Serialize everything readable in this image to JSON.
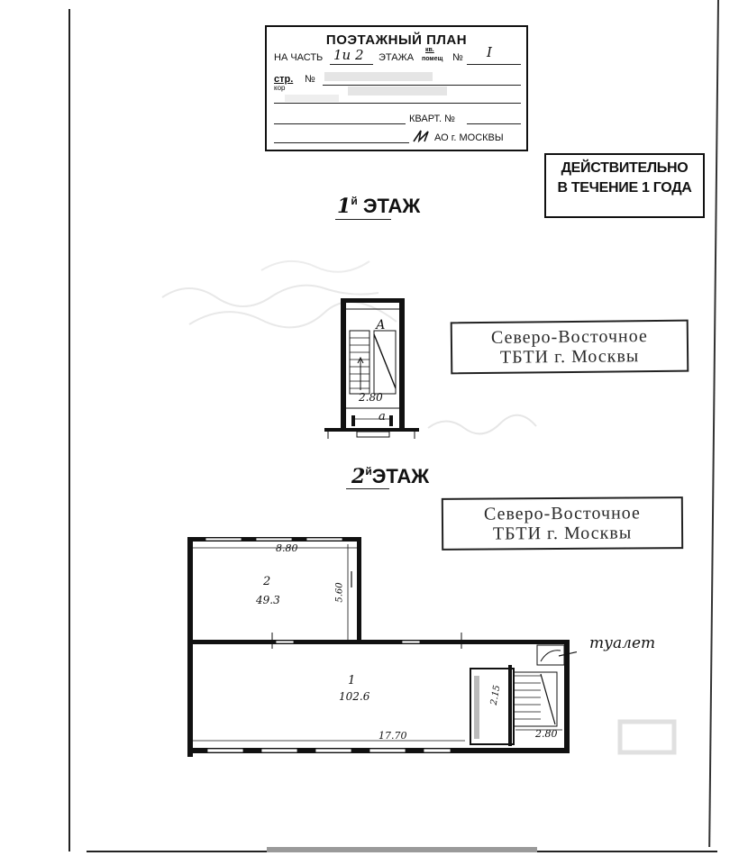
{
  "plan_stamp": {
    "title": "ПОЭТАЖНЫЙ ПЛАН",
    "row1_prefix": "НА ЧАСТЬ",
    "row1_floors": "1и 2",
    "row1_floor_word": "ЭТАЖА",
    "row1_apt_top": "кв.",
    "row1_apt_bottom": "помещ",
    "row1_number_sign": "№",
    "row1_number_value": "I",
    "row2_label": "стр.",
    "row2_sub": "кор",
    "row2_number_sign": "№",
    "row4_label": "КВАРТ. №",
    "row5_org": "АО г. МОСКВЫ"
  },
  "validity_stamp": {
    "line1": "ДЕЙСТВИТЕЛЬНО",
    "line2": "В ТЕЧЕНИЕ 1 ГОДА"
  },
  "floor1": {
    "number": "1",
    "suffix": "й",
    "label": "ЭТАЖ",
    "stair_letter": "А",
    "stair_width": "2.80",
    "entrance_letter": "а"
  },
  "floor2": {
    "number": "2",
    "suffix": "й",
    "label": "ЭТАЖ",
    "room2_number": "2",
    "room2_area": "49.3",
    "room2_width": "8.80",
    "room2_depth": "5.60",
    "room1_number": "1",
    "room1_area": "102.6",
    "room1_length": "17.70",
    "stair_width": "2.80",
    "stair_depth": "2.15",
    "toilet_label": "туалет"
  },
  "org_stamp_1": {
    "line1": "Северо-Восточное",
    "line2": "ТБТИ г. Москвы"
  },
  "org_stamp_2": {
    "line1": "Северо-Восточное",
    "line2": "ТБТИ г. Москвы"
  }
}
